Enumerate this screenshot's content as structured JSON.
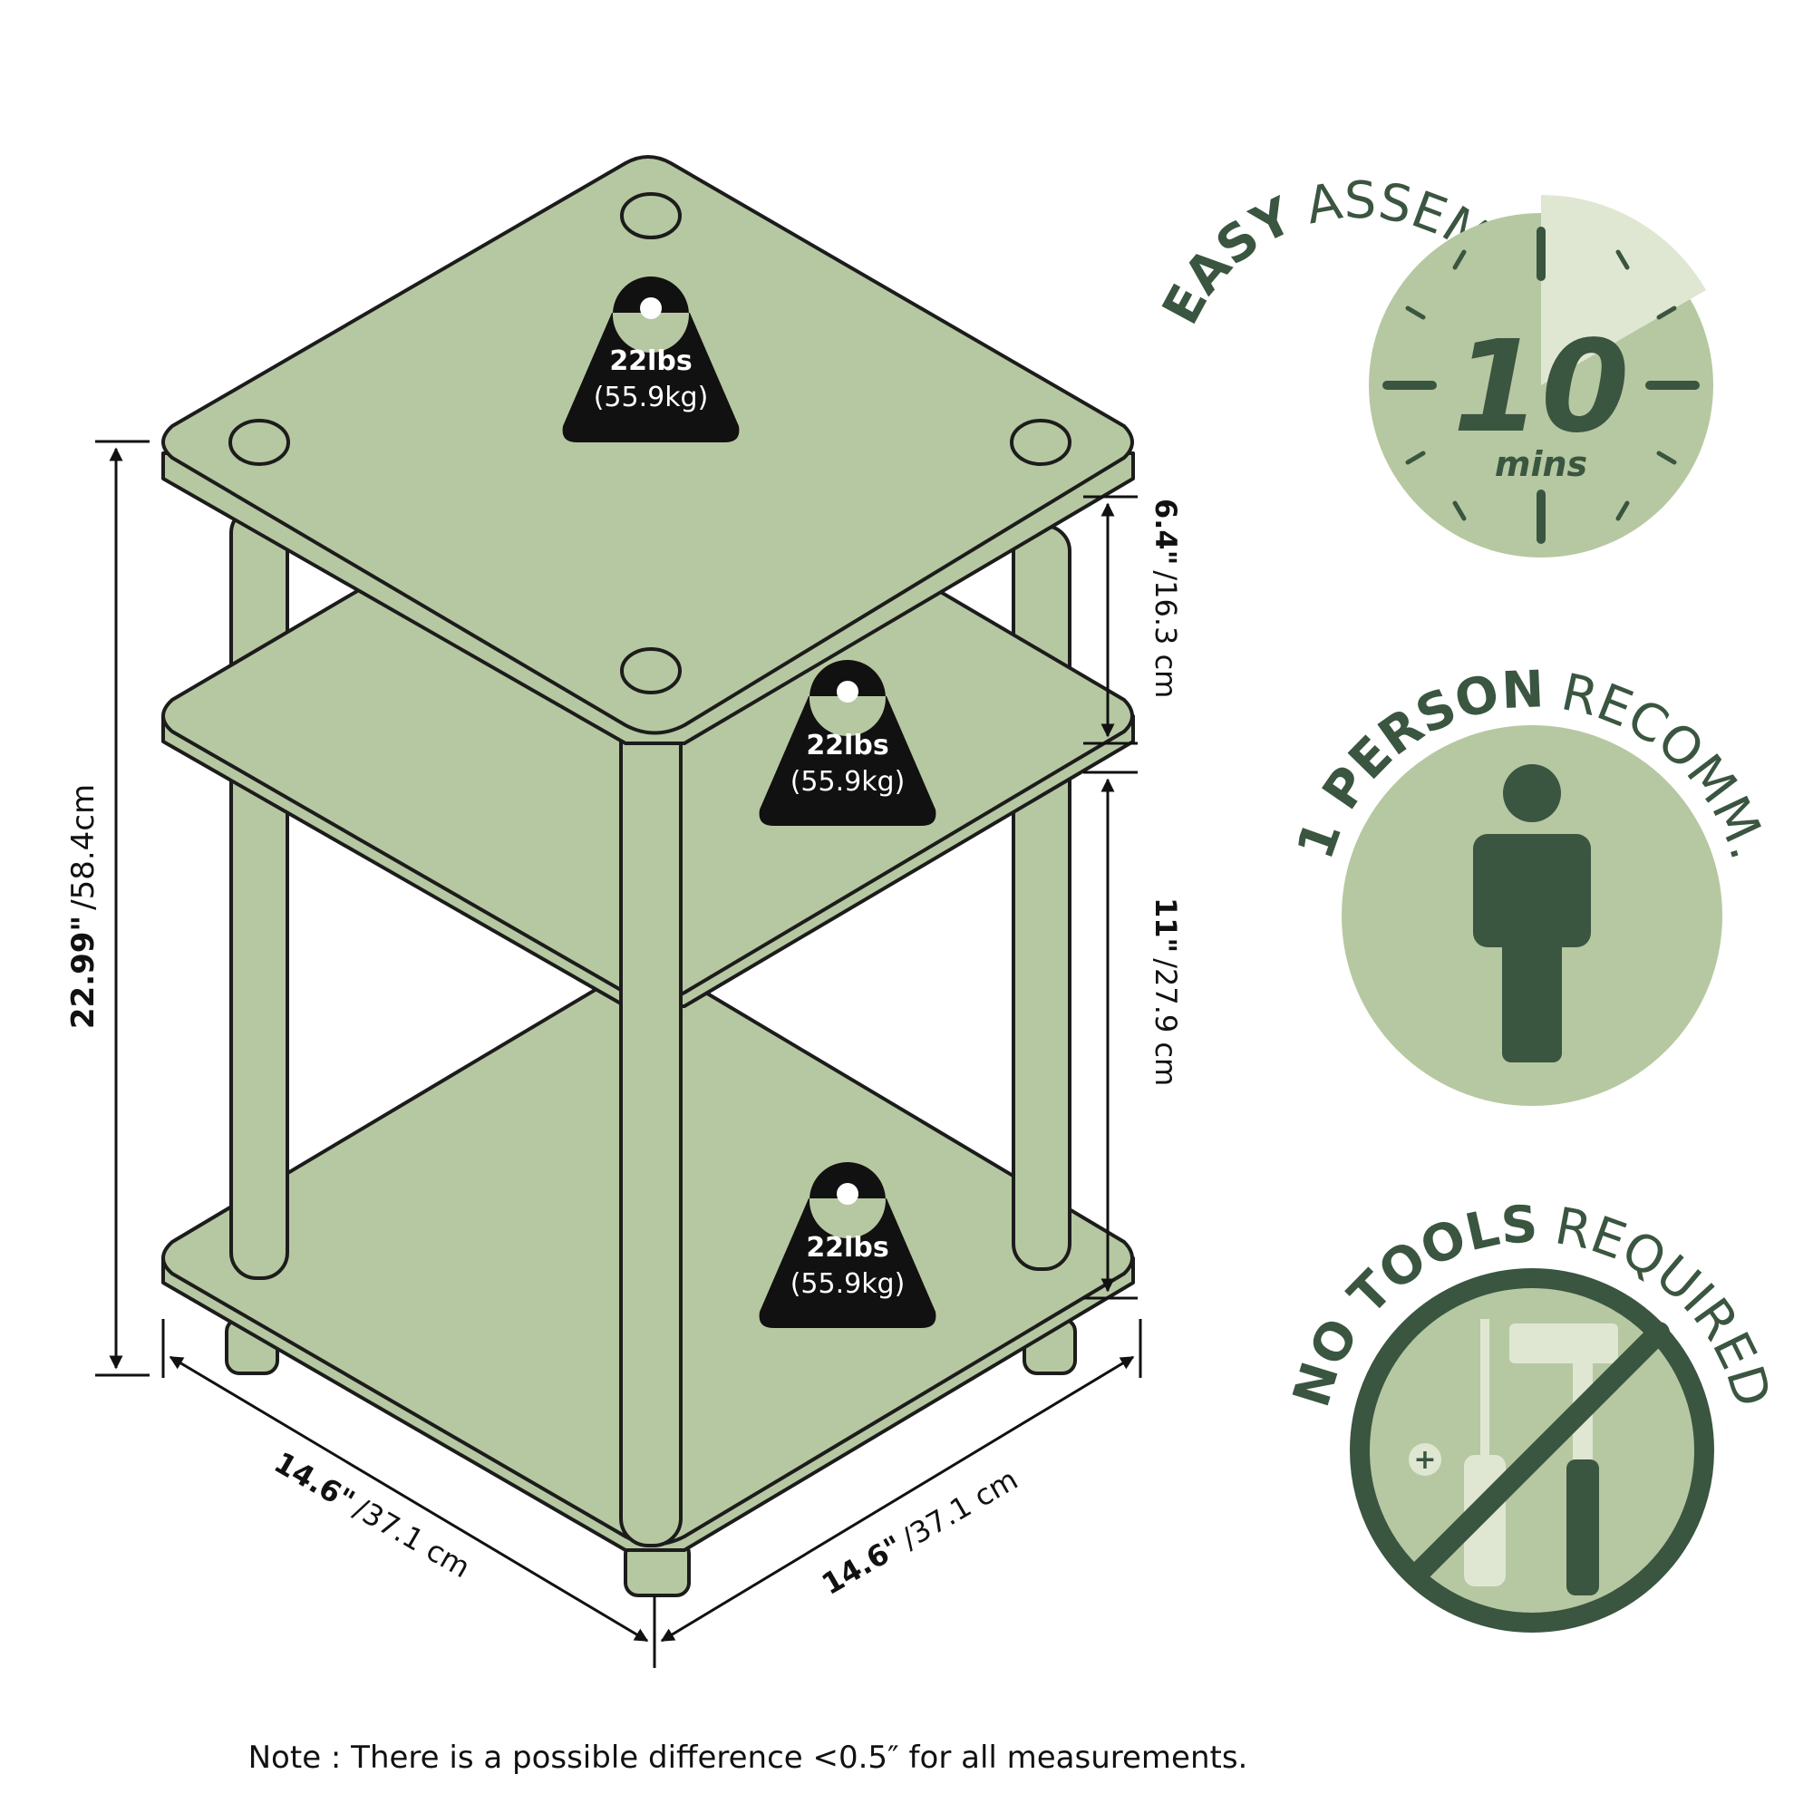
{
  "colors": {
    "shelf": "#b6c8a1",
    "outline": "#1c1c1c",
    "dark_green": "#3a5540",
    "light_green": "#b6c8a1",
    "pale_green": "#dfe7d2",
    "weight_bg": "#111111"
  },
  "dimensions": {
    "total_height": {
      "inch": "22.99\"",
      "metric": "/58.4cm"
    },
    "top_gap": {
      "inch": "6.4\"",
      "metric": "/16.3 cm"
    },
    "bottom_gap": {
      "inch": "11\"",
      "metric": "/27.9 cm"
    },
    "depth": {
      "inch": "14.6\"",
      "metric": "/37.1 cm"
    },
    "width": {
      "inch": "14.6\"",
      "metric": "/37.1 cm"
    }
  },
  "weight_labels": [
    {
      "lbs": "22lbs",
      "kg": "(55.9kg)"
    },
    {
      "lbs": "22lbs",
      "kg": "(55.9kg)"
    },
    {
      "lbs": "22lbs",
      "kg": "(55.9kg)"
    }
  ],
  "badges": {
    "assembly": {
      "bold": "EASY",
      "regular": "ASSEMBLY",
      "number": "10",
      "unit": "mins",
      "icon": "clock-icon"
    },
    "person": {
      "bold": "1 PERSON",
      "regular": "RECOMM.",
      "icon": "person-icon"
    },
    "tools": {
      "bold": "NO TOOLS",
      "regular": "REQUIRED",
      "icon": "no-tools-icon"
    }
  },
  "note": "Note : There is a possible difference <0.5″ for all measurements."
}
